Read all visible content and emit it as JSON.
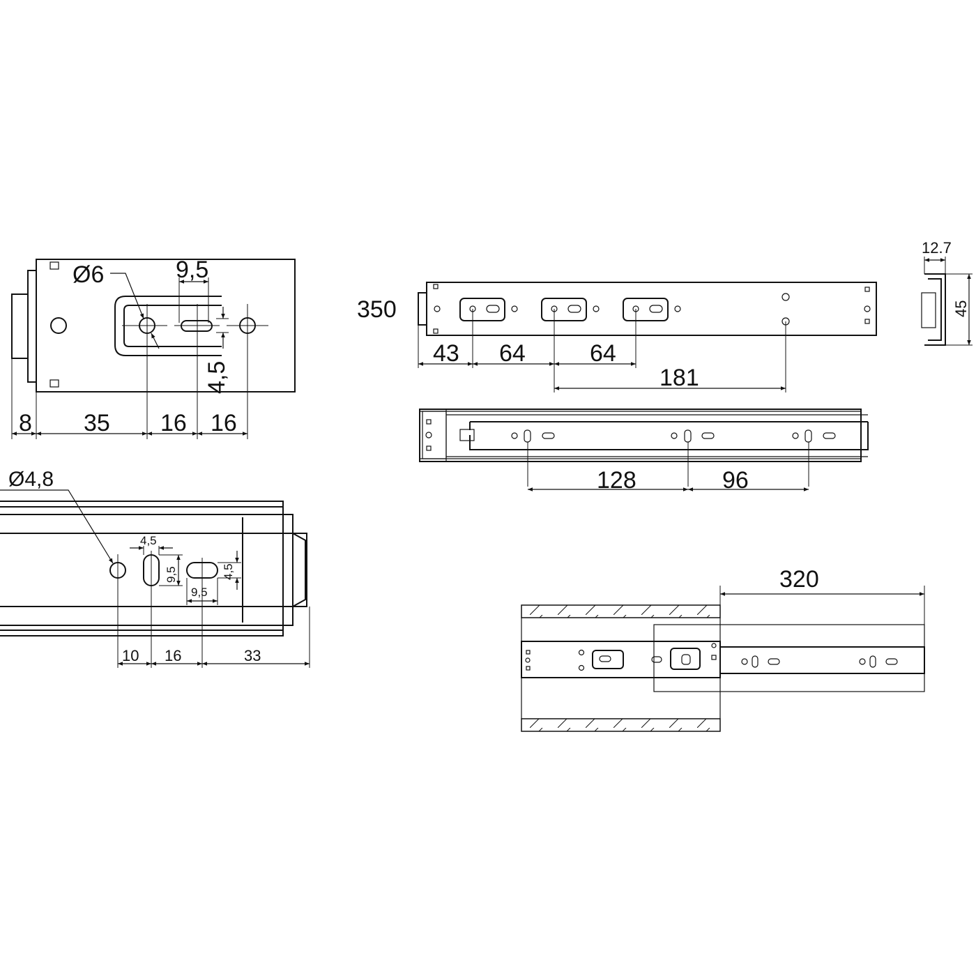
{
  "bracket_view": {
    "hole_dia": "Ø6",
    "slot_len": "9,5",
    "slot_width": "4,5",
    "dims": [
      "8",
      "35",
      "16",
      "16"
    ]
  },
  "side_view": {
    "length": "350",
    "dims": [
      "43",
      "64",
      "64",
      "181"
    ]
  },
  "section_view": {
    "width": "12.7",
    "height": "45"
  },
  "rail_view": {
    "dims": [
      "128",
      "96"
    ]
  },
  "detail_view": {
    "hole_dia": "Ø4,8",
    "slot_a_width": "4,5",
    "slot_a_len": "9,5",
    "slot_b_len": "9,5",
    "slot_b_width": "4,5",
    "dims": [
      "10",
      "16",
      "33"
    ]
  },
  "extension_view": {
    "travel": "320"
  }
}
